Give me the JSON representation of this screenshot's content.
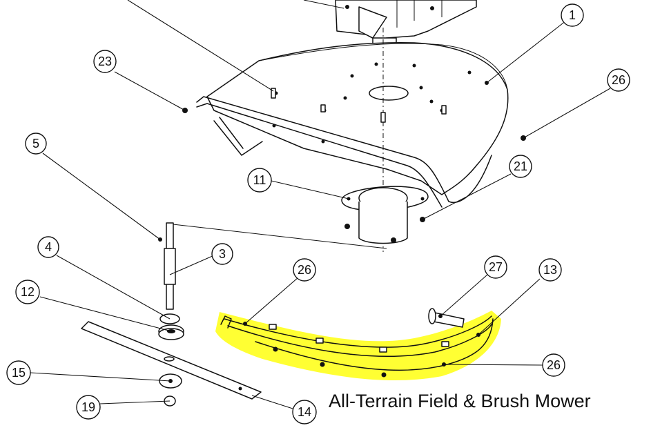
{
  "caption": "All-Terrain Field & Brush Mower",
  "highlight_color": "#ffff33",
  "callouts": [
    {
      "label": "1"
    },
    {
      "label": "23"
    },
    {
      "label": "26"
    },
    {
      "label": "5"
    },
    {
      "label": "11"
    },
    {
      "label": "21"
    },
    {
      "label": "4"
    },
    {
      "label": "3"
    },
    {
      "label": "12"
    },
    {
      "label": "26"
    },
    {
      "label": "27"
    },
    {
      "label": "13"
    },
    {
      "label": "15"
    },
    {
      "label": "26"
    },
    {
      "label": "19"
    },
    {
      "label": "14"
    }
  ]
}
